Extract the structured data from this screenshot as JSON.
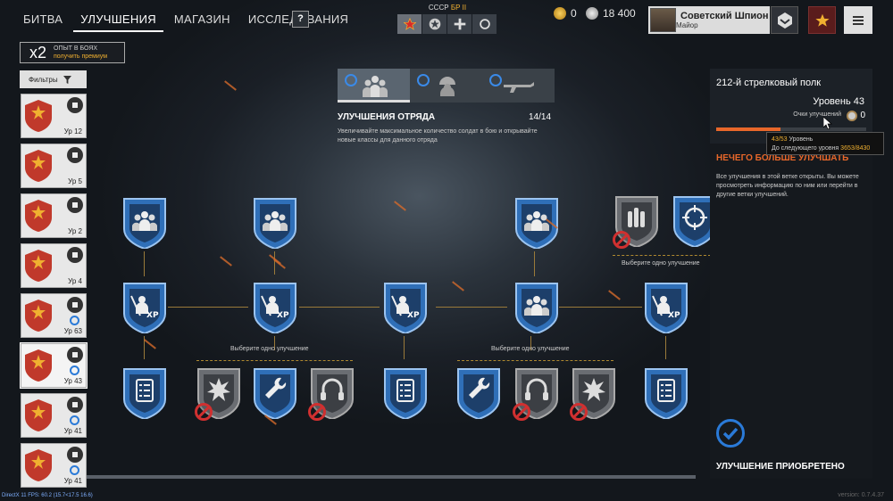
{
  "topnav": {
    "tabs": [
      {
        "label": "БИТВА"
      },
      {
        "label": "УЛУЧШЕНИЯ",
        "active": true
      },
      {
        "label": "МАГАЗИН"
      },
      {
        "label": "ИССЛЕДОВАНИЯ"
      }
    ],
    "help": "?"
  },
  "nation": {
    "name": "СССР",
    "br": "БР II"
  },
  "currency": {
    "gold": "0",
    "silver": "18 400"
  },
  "profile": {
    "name": "Советский Шпион",
    "rank": "Майор"
  },
  "exp_bonus": {
    "multiplier": "x2",
    "title": "ОПЫТ В БОЯХ",
    "link": "получить премиум"
  },
  "filters": {
    "label": "Фильтры"
  },
  "squads": [
    {
      "level": "Ур 12",
      "checked": false
    },
    {
      "level": "Ур 5",
      "checked": false
    },
    {
      "level": "Ур 2",
      "checked": false
    },
    {
      "level": "Ур 4",
      "checked": false
    },
    {
      "level": "Ур 63",
      "checked": true
    },
    {
      "level": "Ур 43",
      "checked": true,
      "active": true
    },
    {
      "level": "Ур 41",
      "checked": true
    },
    {
      "level": "Ур 41",
      "checked": true
    }
  ],
  "upgrade": {
    "title": "УЛУЧШЕНИЯ ОТРЯДА",
    "count": "14/14",
    "desc": "Увеличивайте максимальное количество солдат в бою и открывайте новые классы для данного отряда"
  },
  "tree": {
    "choose_label": "Выберите одно улучшение"
  },
  "right_panel": {
    "regiment": "212-й стрелковый полк",
    "level": "Уровень 43",
    "points_label": "Очки улучшений",
    "points": "0",
    "progress": 0.43,
    "tooltip": {
      "progress": "43/53",
      "level_word": "Уровень",
      "next_label": "До следующего уровня",
      "next_value": "3653/8430"
    },
    "heading": "НЕЧЕГО БОЛЬШЕ УЛУЧШАТЬ",
    "desc": "Все улучшения в этой ветке открыты. Вы можете просмотреть информацию по ним или перейти в другие ветки улучшений.",
    "bought": "УЛУЧШЕНИЕ ПРИОБРЕТЕНО"
  },
  "footer": {
    "fps": "DirectX 11 FPS: 60.2 (15.7<17.5 16.6)",
    "version": "version: 0.7.4.37"
  },
  "colors": {
    "accent": "#e8672a",
    "check": "#2a7ad8",
    "gold": "#f0b030"
  }
}
